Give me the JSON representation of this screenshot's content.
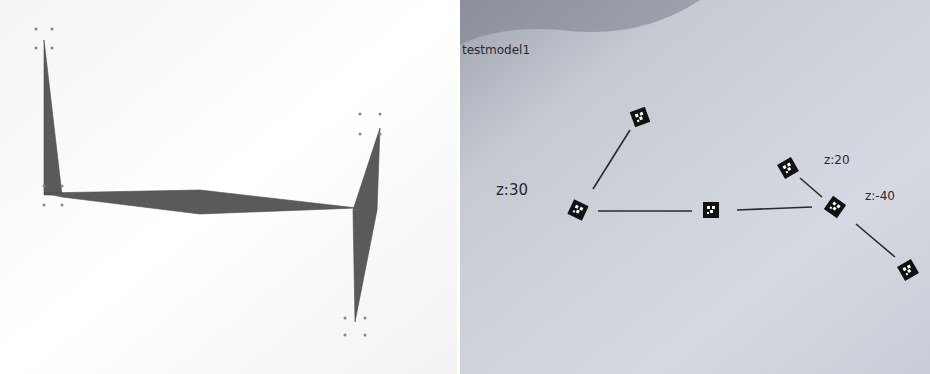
{
  "diagram": {
    "labels": [
      "testmodel1",
      "z:30",
      "z:20",
      "z:-40"
    ]
  }
}
